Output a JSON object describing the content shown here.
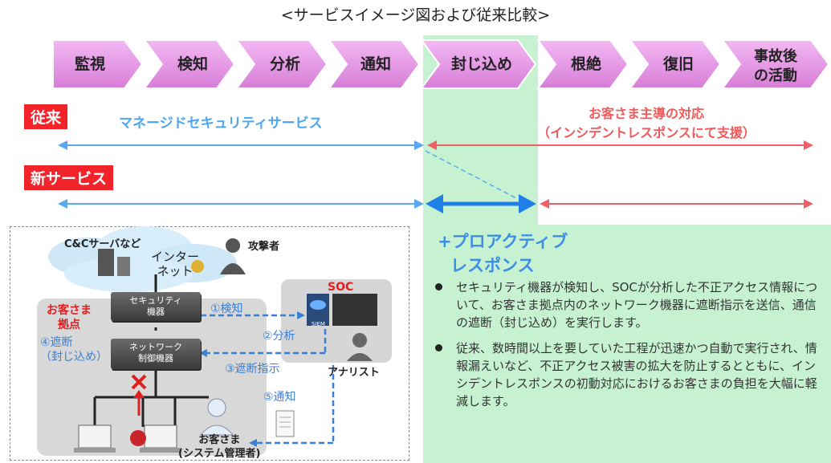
{
  "title": "<サービスイメージ図および従来比較>",
  "steps": [
    "監視",
    "検知",
    "分析",
    "通知",
    "封じ込め",
    "根絶",
    "復旧",
    "事故後",
    "の活動"
  ],
  "row_conventional": {
    "label": "従来",
    "managed": "マネージドセキュリティサービス",
    "customer_line1": "お客さま主導の対応",
    "customer_line2": "（インシデントレスポンスにて支援）"
  },
  "row_new": {
    "label": "新サービス"
  },
  "diagram": {
    "cloud_top": "C&Cサーバなど",
    "internet_1": "インター",
    "internet_2": "ネット",
    "attacker": "攻撃者",
    "site_1": "お客さま",
    "site_2": "拠点",
    "security_1": "セキュリティ",
    "security_2": "機器",
    "network_1": "ネットワーク",
    "network_2": "制御機器",
    "soc": "SOC",
    "siem": "SIEM",
    "analyst": "アナリスト",
    "admin_1": "お客さま",
    "admin_2": "(システム管理者)",
    "step1": "①検知",
    "step2": "②分析",
    "step3": "③遮断指示",
    "step4_1": "④遮断",
    "step4_2": "（封じ込め）",
    "step5": "⑤通知"
  },
  "proactive": {
    "line1": "+プロアクティブ",
    "line2": "レスポンス"
  },
  "bullets": [
    "セキュリティ機器が検知し、SOCが分析した不正アクセス情報について、お客さま拠点内のネットワーク機器に遮断指示を送信、通信の遮断（封じ込め）を実行します。",
    "従来、数時間以上を要していた工程が迅速かつ自動で実行され、情報漏えいなど、不正アクセス被害の拡大を防止するとともに、インシデントレスポンスの初動対応におけるお客さまの負担を大幅に軽減します。"
  ],
  "colors": {
    "chevron": "#e89be8",
    "accent_red": "#f2242a",
    "blue_arrow": "#5aa8f0",
    "red_arrow": "#ef5f66",
    "green_band": "#c6f2d2"
  }
}
